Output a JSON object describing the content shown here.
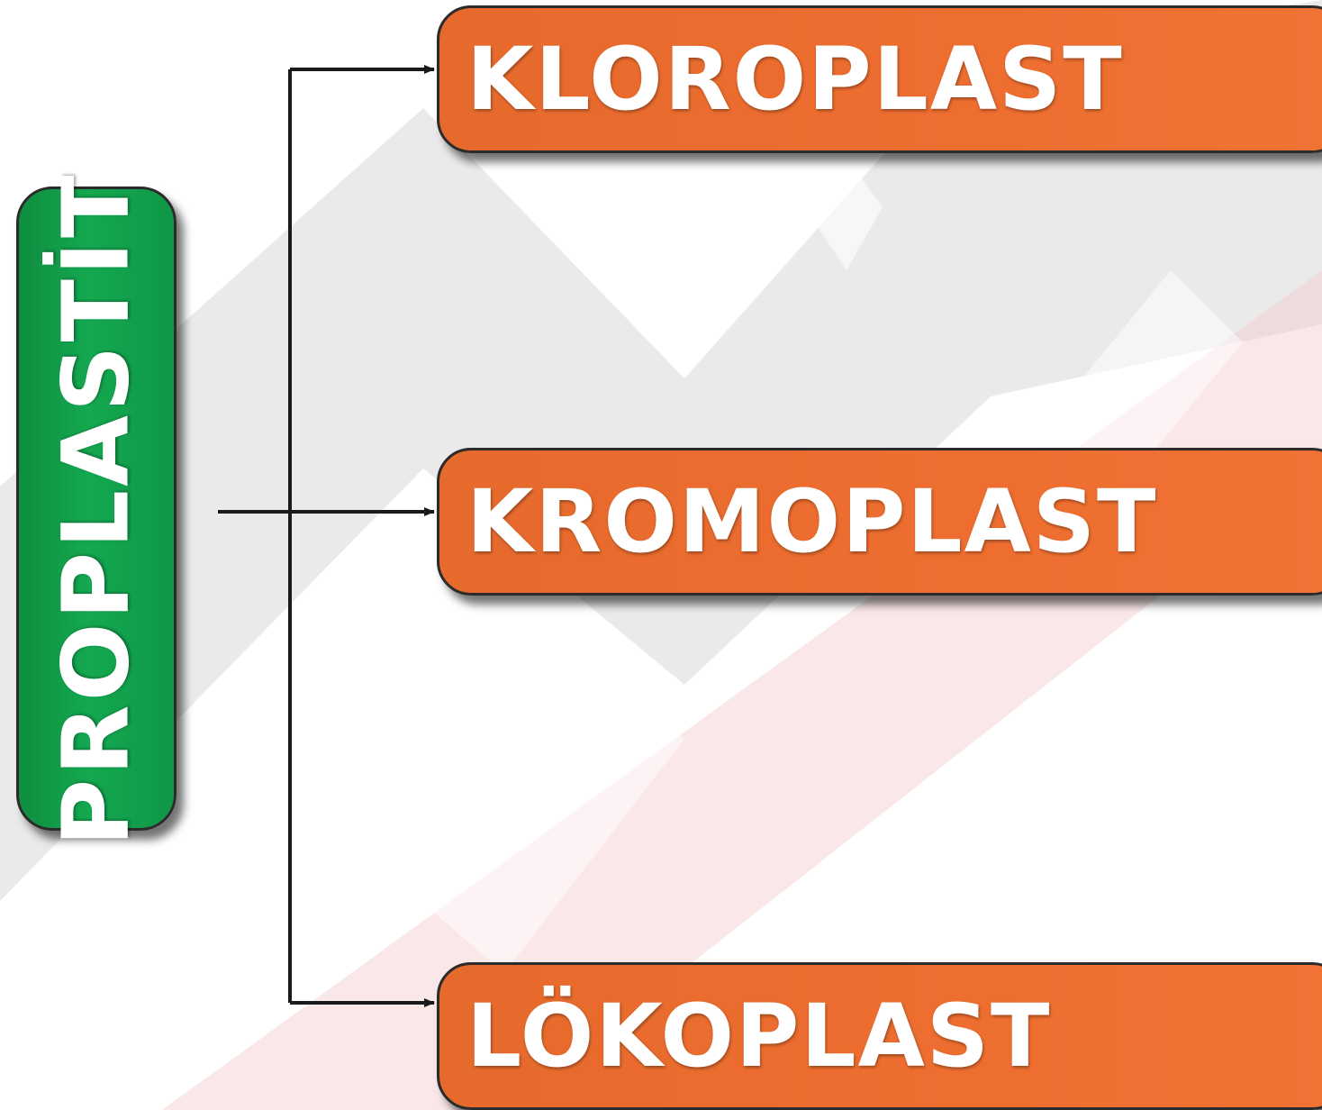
{
  "diagram": {
    "root": {
      "label": "PROPLASTİT",
      "color": "#14a850"
    },
    "children": [
      {
        "id": "kloroplast",
        "label": "KLOROPLAST",
        "color": "#ee6e30"
      },
      {
        "id": "kromoplast",
        "label": "KROMOPLAST",
        "color": "#ee6e30"
      },
      {
        "id": "lokoplast",
        "label": "LÖKOPLAST",
        "color": "#ee6e30"
      }
    ],
    "edges": [
      {
        "from": "proplastit",
        "to": "kloroplast"
      },
      {
        "from": "proplastit",
        "to": "kromoplast"
      },
      {
        "from": "proplastit",
        "to": "lokoplast"
      }
    ]
  }
}
